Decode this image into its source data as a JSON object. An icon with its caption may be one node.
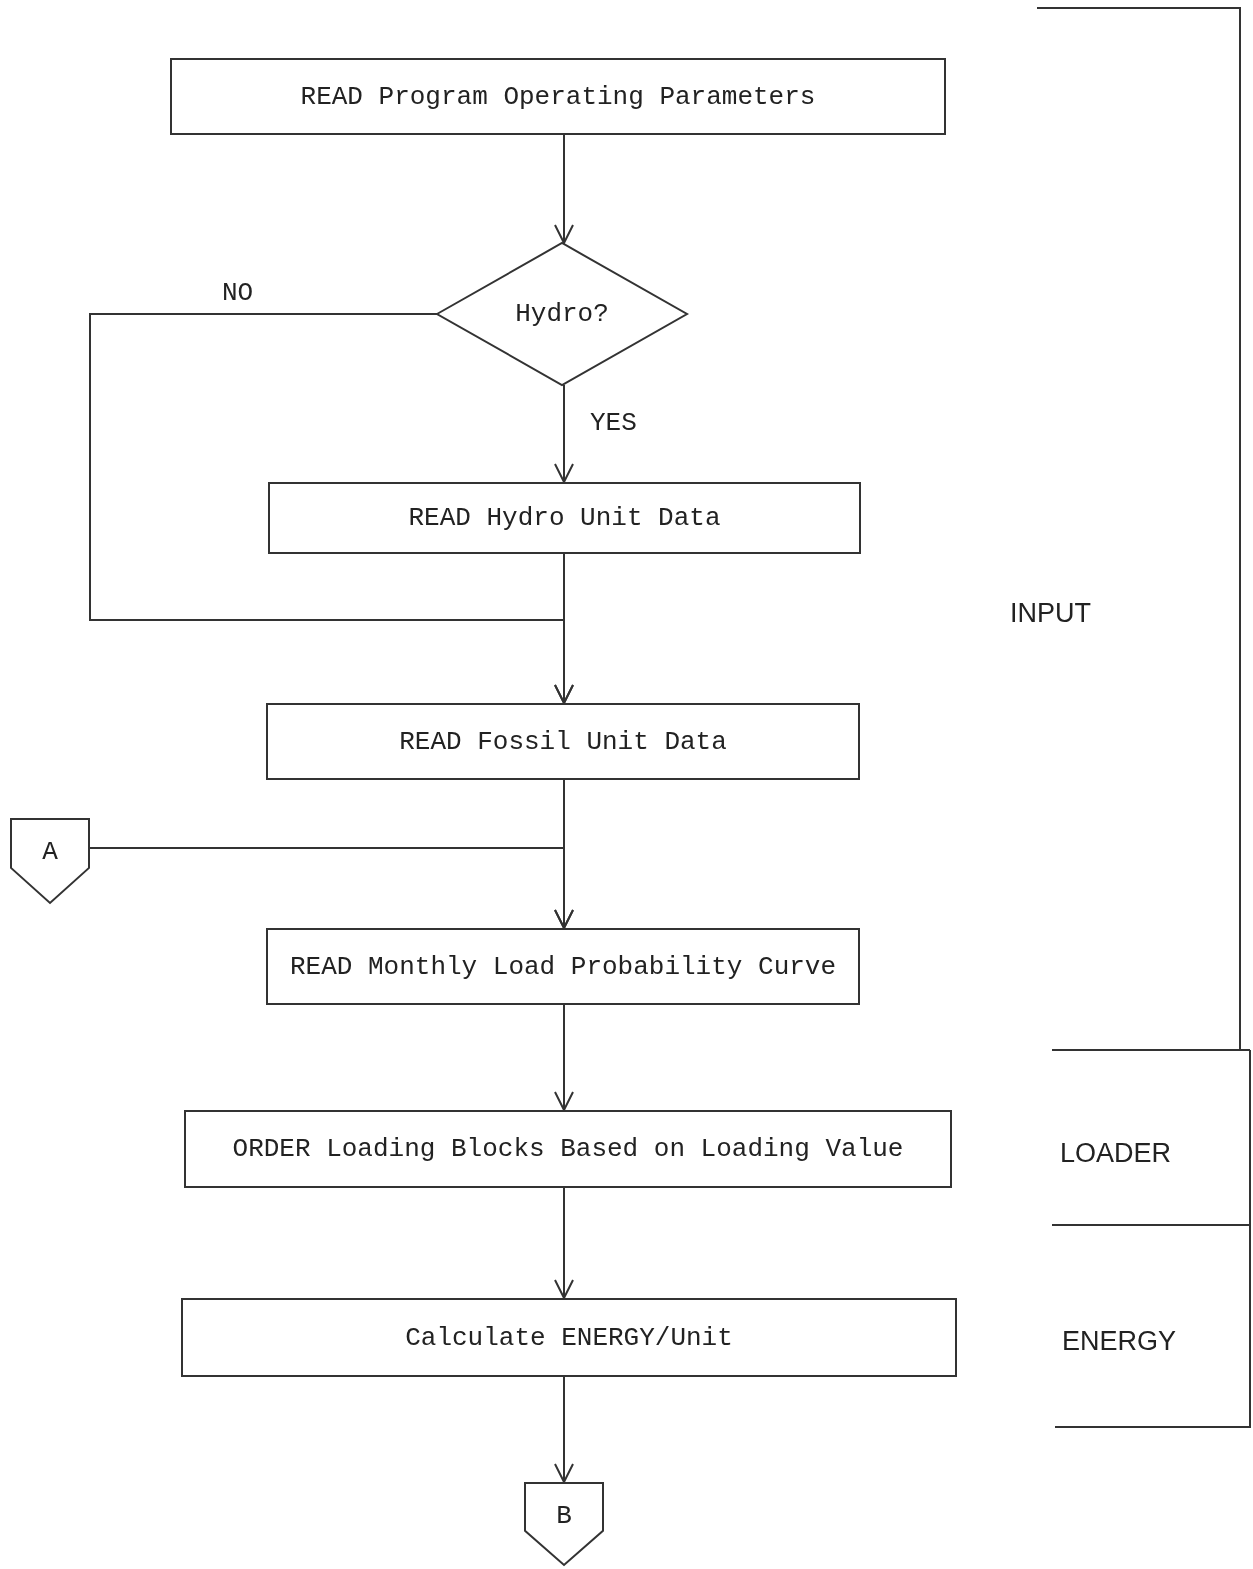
{
  "diagram": {
    "nodes": [
      {
        "text": [
          "READ Program Operating Parameters"
        ]
      },
      {
        "text": [
          "Hydro?"
        ]
      },
      {
        "text": [
          "READ Hydro Unit Data"
        ]
      },
      {
        "text": [
          "READ Fossil Unit Data"
        ]
      },
      {
        "text": [
          "A"
        ]
      },
      {
        "text": [
          "READ Monthly Load Probability Curve"
        ]
      },
      {
        "text": [
          "ORDER Loading Blocks Based on Loading Value"
        ]
      },
      {
        "text": [
          "Calculate ENERGY/Unit"
        ]
      },
      {
        "text": [
          "B"
        ]
      }
    ],
    "edges": [
      {
        "from": 0,
        "to": 1,
        "arrow": "to"
      },
      {
        "from": 1,
        "to": 2,
        "arrow": "to",
        "label": "YES"
      },
      {
        "from": 1,
        "to": 3,
        "arrow": "to",
        "label": "NO"
      },
      {
        "from": 2,
        "to": 3,
        "arrow": "to"
      },
      {
        "from": 3,
        "to": 5,
        "arrow": "to"
      },
      {
        "from": 4,
        "to": 5,
        "arrow": "to"
      },
      {
        "from": 5,
        "to": 6,
        "arrow": "to"
      },
      {
        "from": 6,
        "to": 7,
        "arrow": "to"
      },
      {
        "from": 7,
        "to": 8,
        "arrow": "to"
      }
    ],
    "labels": [
      "INPUT",
      "LOADER",
      "ENERGY"
    ]
  }
}
